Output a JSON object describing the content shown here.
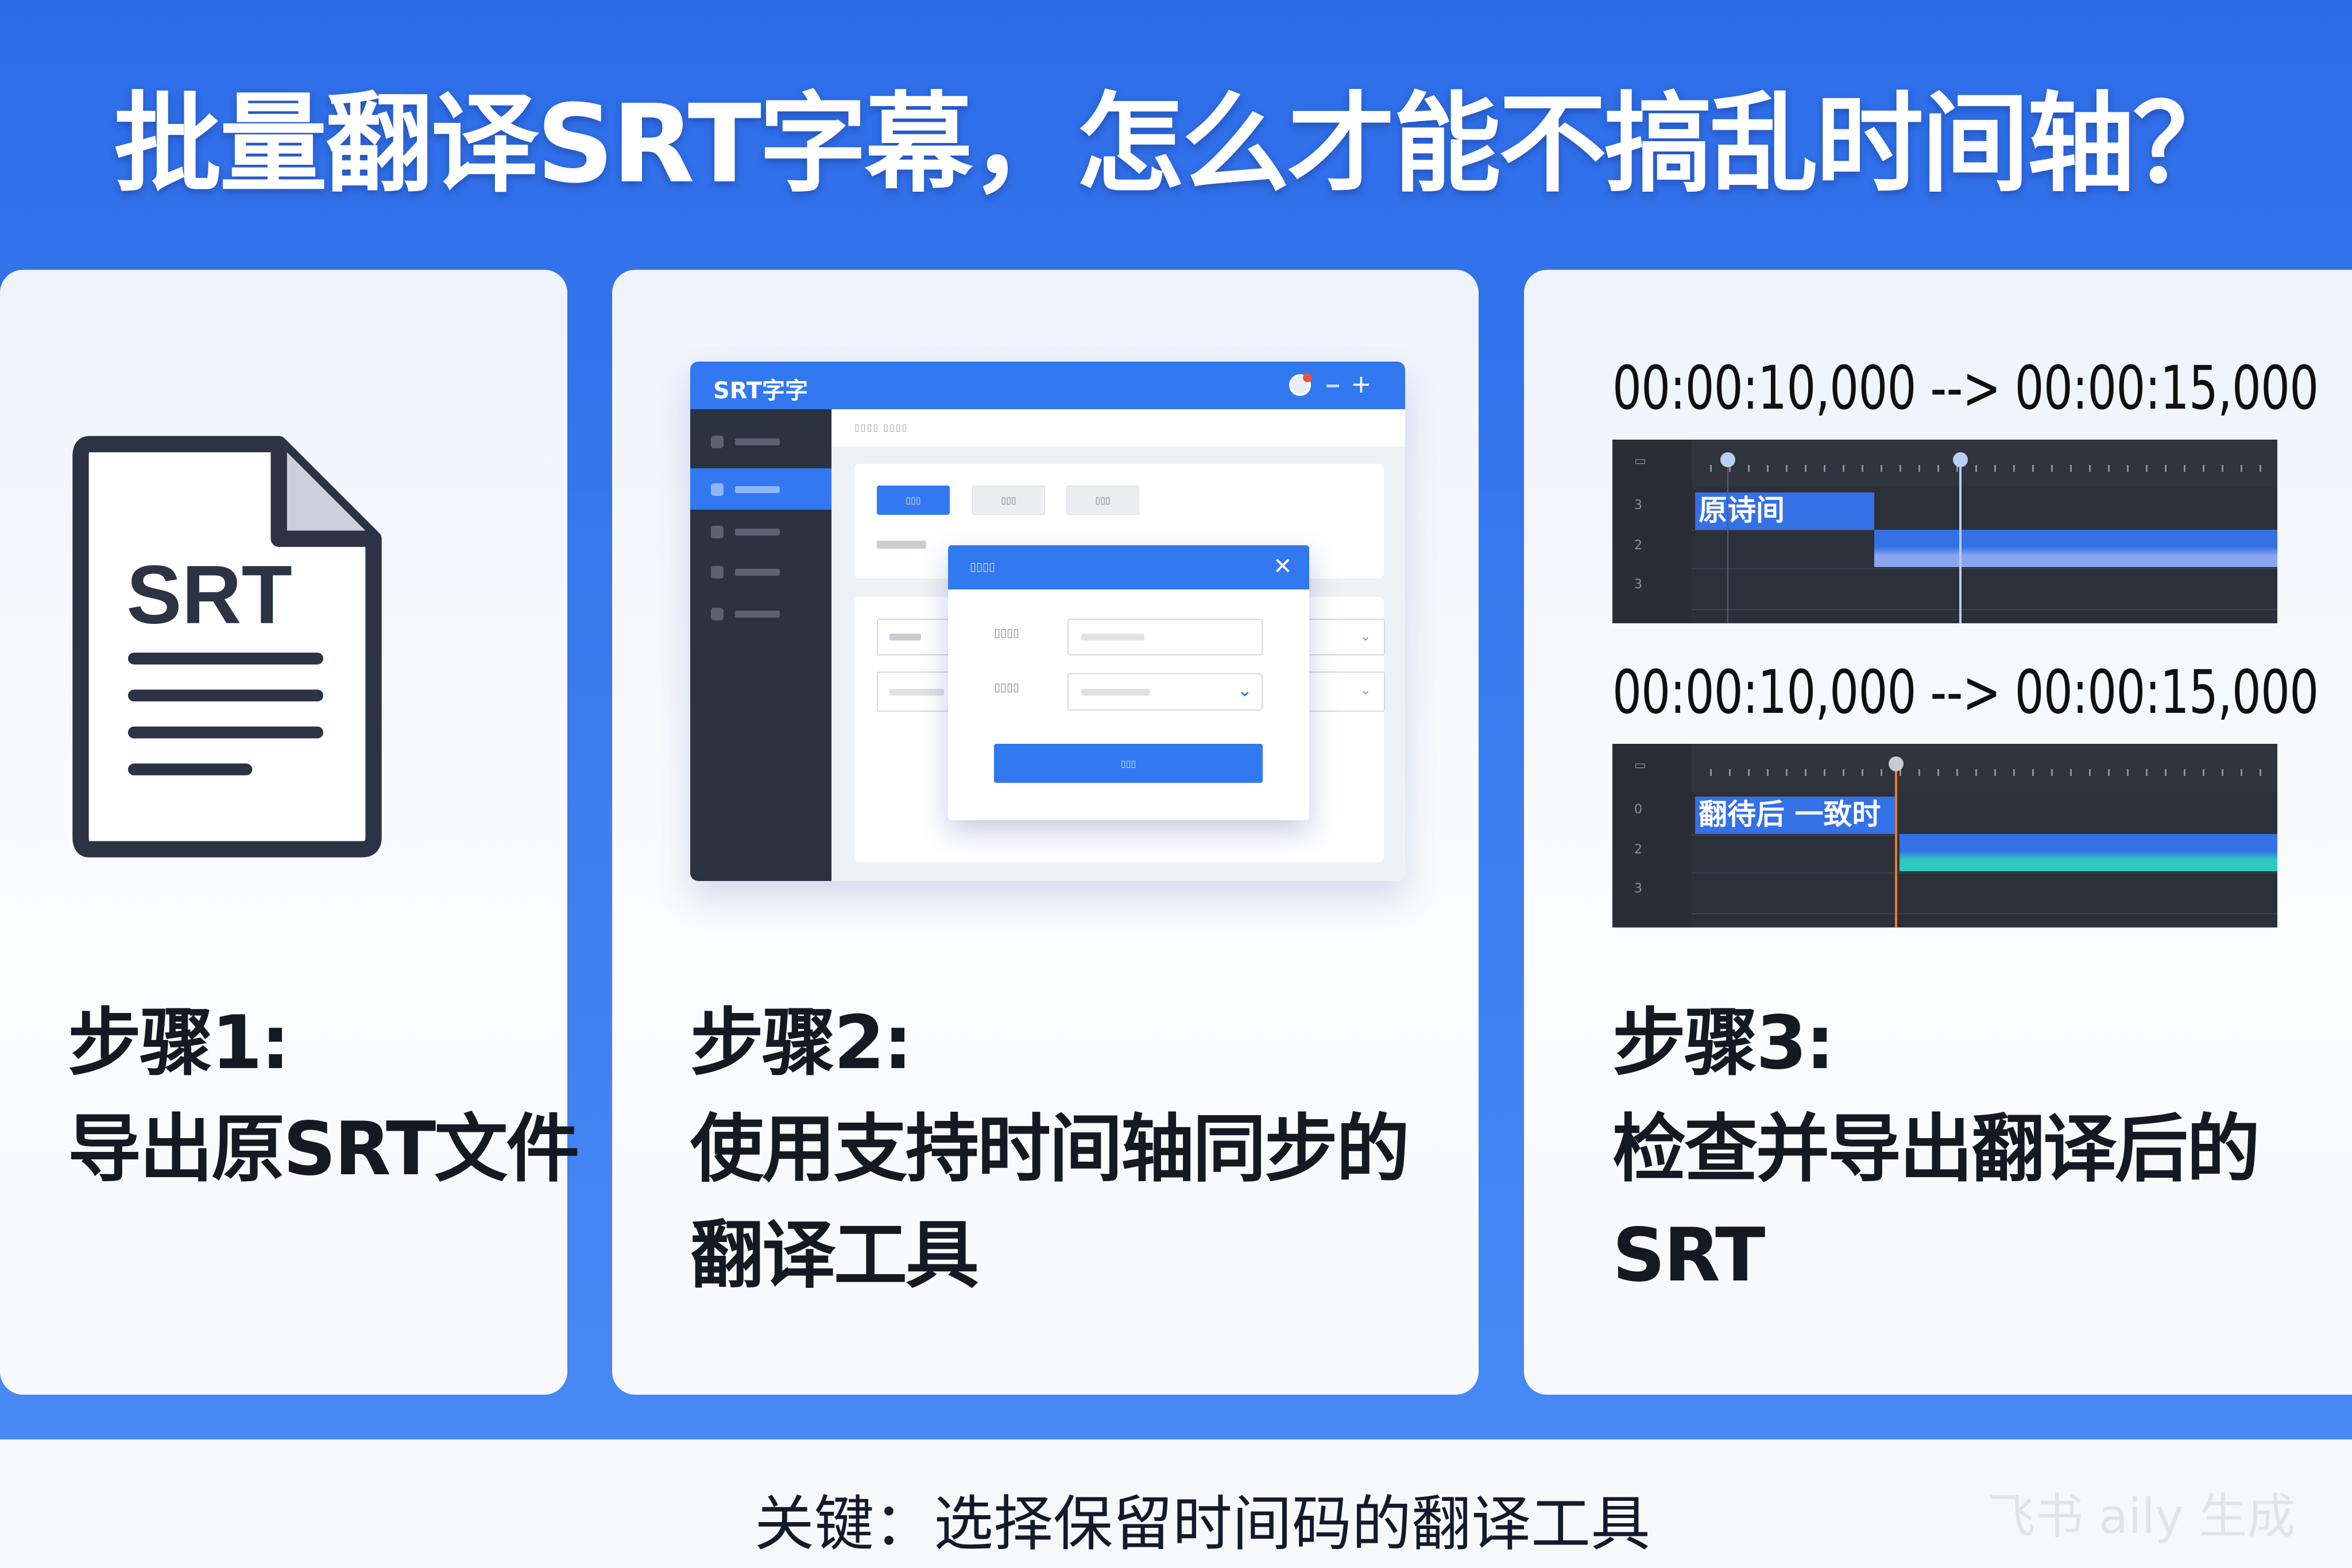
{
  "title": "批量翻译SRT字幕，怎么才能不搞乱时间轴？",
  "steps": [
    {
      "label": "步骤1:",
      "lines": [
        "导出原SRT文件"
      ],
      "icon": "srt-file-icon",
      "icon_text": "SRT"
    },
    {
      "label": "步骤2:",
      "lines": [
        "使用支持时间轴同步的",
        "翻译工具"
      ]
    },
    {
      "label": "步骤3:",
      "lines": [
        "检查并导出翻译后的",
        "SRT"
      ]
    }
  ],
  "mockup": {
    "app_title": "SRT字字",
    "breadcrumb": "▯▯▯▯ ▯▯▯▯",
    "buttons": [
      "▯▯▯",
      "▯▯▯",
      "▯▯▯"
    ],
    "modal_title": "▯▯▯▯",
    "modal_labels": [
      "▯▯▯▯",
      "▯▯▯▯"
    ],
    "modal_button": "▯▯▯",
    "close": "✕",
    "plus": "+"
  },
  "timelines": [
    {
      "timestamp": "00:00:10,000 --> 00:00:15,000",
      "clip_label": "原诗间",
      "row_labels": [
        "3",
        "2",
        "3"
      ]
    },
    {
      "timestamp": "00:00:10,000 --> 00:00:15,000",
      "clip_label": "翻待后 一致时",
      "row_labels": [
        "0",
        "2",
        "3"
      ]
    }
  ],
  "footer": {
    "text": "关键：选择保留时间码的翻译工具",
    "watermark": "飞书 aily 生成"
  },
  "colors": {
    "accent": "#3278f0",
    "dark": "#2b3240",
    "playhead_orange": "#f07a1e",
    "wave_teal": "#2ec9c0"
  }
}
